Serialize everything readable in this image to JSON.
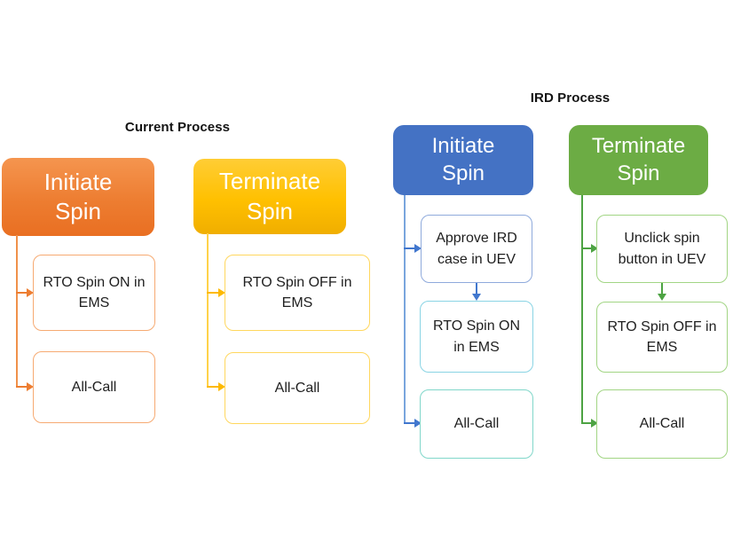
{
  "headers": {
    "current": "Current Process",
    "ird": "IRD Process"
  },
  "colors": {
    "orange_accent": "#ED7D31",
    "gold_accent": "#FFC000",
    "blue_accent": "#4472C4",
    "green_accent": "#6CAC44",
    "orange_child_border": "#F6AA72",
    "gold_child_border": "#FFD75E",
    "blue_child_borders": [
      "#8FAADC",
      "#8AD4E4",
      "#81D7CA"
    ],
    "green_child_border": "#A2D584",
    "child_text": "#1F1F1F",
    "parent_text": "#FFFFFF"
  },
  "flows": [
    {
      "process": "Current Process",
      "parent": "Initiate Spin",
      "steps": [
        "RTO Spin ON in EMS",
        "All-Call"
      ]
    },
    {
      "process": "Current Process",
      "parent": "Terminate Spin",
      "steps": [
        "RTO Spin OFF in EMS",
        "All-Call"
      ]
    },
    {
      "process": "IRD Process",
      "parent": "Initiate Spin",
      "steps": [
        "Approve IRD case in UEV",
        "RTO Spin ON in EMS",
        "All-Call"
      ]
    },
    {
      "process": "IRD Process",
      "parent": "Terminate Spin",
      "steps": [
        "Unclick spin button in UEV",
        "RTO Spin OFF in EMS",
        "All-Call"
      ]
    }
  ]
}
